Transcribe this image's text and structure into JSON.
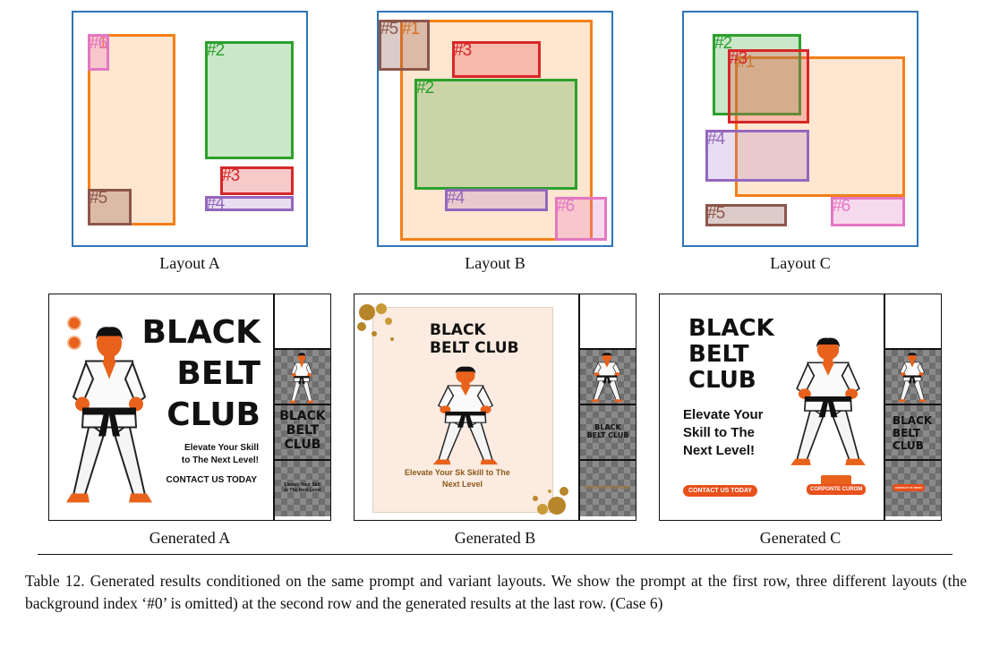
{
  "layouts": [
    {
      "caption": "Layout A",
      "boxes": [
        {
          "tag": "#1",
          "color": "orange"
        },
        {
          "tag": "#6",
          "color": "pink"
        },
        {
          "tag": "#2",
          "color": "green"
        },
        {
          "tag": "#3",
          "color": "red"
        },
        {
          "tag": "#4",
          "color": "purple"
        },
        {
          "tag": "#5",
          "color": "brown"
        }
      ]
    },
    {
      "caption": "Layout B",
      "boxes": [
        {
          "tag": "#1",
          "color": "orange"
        },
        {
          "tag": "#5",
          "color": "brown"
        },
        {
          "tag": "#3",
          "color": "red"
        },
        {
          "tag": "#2",
          "color": "green"
        },
        {
          "tag": "#4",
          "color": "purple"
        },
        {
          "tag": "#6",
          "color": "pink"
        }
      ]
    },
    {
      "caption": "Layout C",
      "boxes": [
        {
          "tag": "#1",
          "color": "orange"
        },
        {
          "tag": "#2",
          "color": "green"
        },
        {
          "tag": "#3",
          "color": "red"
        },
        {
          "tag": "#4",
          "color": "purple"
        },
        {
          "tag": "#5",
          "color": "brown"
        },
        {
          "tag": "#6",
          "color": "pink"
        }
      ]
    }
  ],
  "generated": [
    {
      "caption": "Generated A",
      "poster": {
        "title_lines": [
          "BLACK",
          "BELT",
          "CLUB"
        ],
        "subtitle_lines": [
          "Elevate Your Skill",
          "to The Next Level!"
        ],
        "contact": "CONTACT US TODAY"
      },
      "strip": {
        "title_lines": [
          "BLACK",
          "BELT",
          "CLUB"
        ],
        "subtitle_lines": [
          "Elevate Your Skill",
          "to The Next Level"
        ]
      }
    },
    {
      "caption": "Generated B",
      "poster": {
        "title_lines": [
          "BLACK",
          "BELT CLUB"
        ],
        "subtitle_lines": [
          "Elevate Your Sk Skill to The",
          "Next Level"
        ]
      },
      "strip": {
        "title_lines": [
          "BLACK",
          "BELT CLUB"
        ]
      }
    },
    {
      "caption": "Generated C",
      "poster": {
        "title_lines": [
          "BLACK",
          "BELT",
          "CLUB"
        ],
        "subtitle_lines": [
          "Elevate Your",
          "Skill to The",
          "Next Level!"
        ],
        "contact": "CONTACT US TODAY",
        "badge": "CORPONTE CUROM"
      },
      "strip": {
        "title_lines": [
          "BLACK",
          "BELT",
          "CLUB"
        ],
        "contact": "CONTACT US TODAY"
      }
    }
  ],
  "table_caption": "Table 12.  Generated results conditioned on the same prompt and variant layouts.  We show the prompt at the first row, three different layouts (the background index ‘#0’ is omitted) at the second row and the generated results at the last row. (Case 6)",
  "colors": {
    "panel_border": "#2e75b6",
    "orange": "#f47f18",
    "green": "#2ca02c",
    "red": "#d62728",
    "purple": "#9467bd",
    "brown": "#8c564b",
    "pink": "#e377c2",
    "accent_orange": "#e8501c",
    "gold": "#b8862a"
  }
}
